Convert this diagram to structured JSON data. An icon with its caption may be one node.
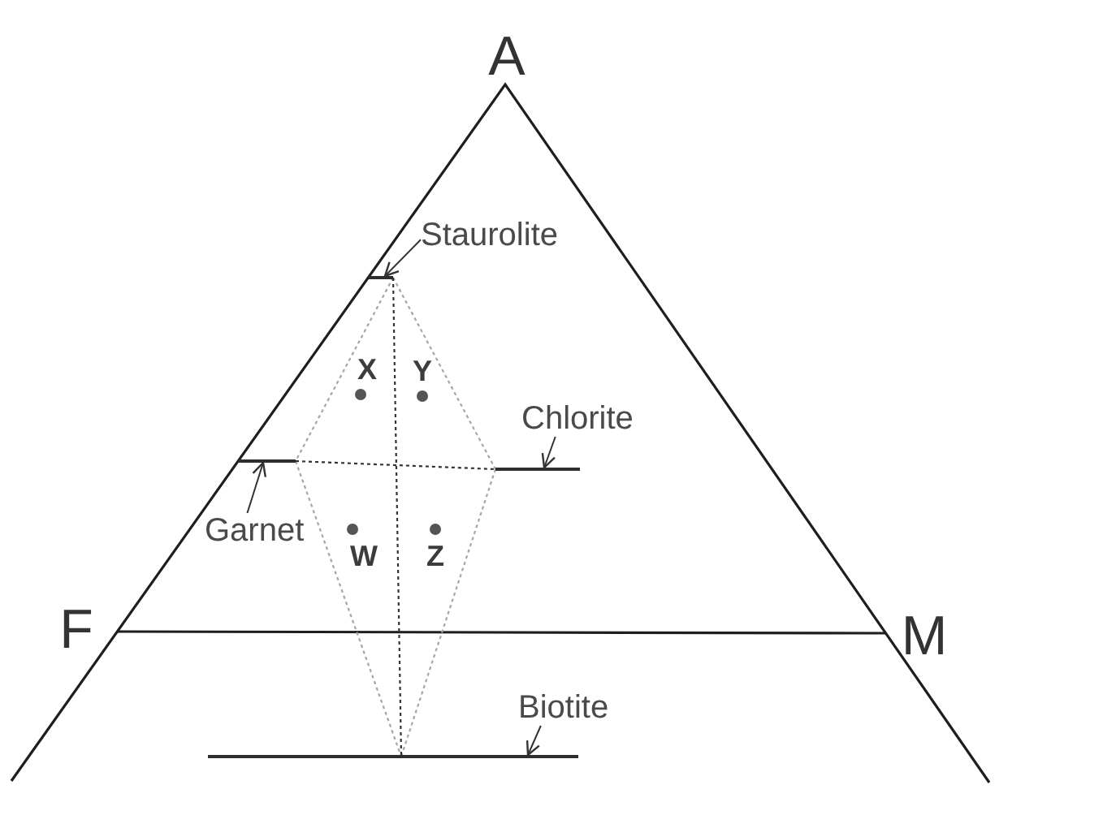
{
  "diagram": {
    "nodes": [
      {
        "text": [
          "Staurolite"
        ]
      },
      {
        "text": [],
        "shape": "line"
      },
      {
        "text": [
          "Chlorite"
        ]
      },
      {
        "text": [],
        "shape": "line"
      },
      {
        "text": [
          "Garnet"
        ]
      },
      {
        "text": [],
        "shape": "line"
      },
      {
        "text": [
          "Biotite"
        ]
      },
      {
        "text": [],
        "shape": "line"
      }
    ],
    "edges": [
      {
        "from": 0,
        "to": 1,
        "arrow": "to"
      },
      {
        "from": 2,
        "to": 3,
        "arrow": "to"
      },
      {
        "from": 4,
        "to": 5,
        "arrow": "to"
      },
      {
        "from": 6,
        "to": 7,
        "arrow": "to"
      },
      {
        "from": 1,
        "to": 5,
        "arrow": "none",
        "style": "dashed",
        "color": "#a6a6a6"
      },
      {
        "from": 1,
        "to": 3,
        "arrow": "none",
        "style": "dashed",
        "color": "#a6a6a6"
      },
      {
        "from": 5,
        "to": 7,
        "arrow": "none",
        "style": "dashed",
        "color": "#a6a6a6"
      },
      {
        "from": 3,
        "to": 7,
        "arrow": "none",
        "style": "dashed",
        "color": "#a6a6a6"
      },
      {
        "from": 5,
        "to": 3,
        "arrow": "none",
        "style": "dashed"
      },
      {
        "from": 1,
        "to": 7,
        "arrow": "none",
        "style": "dashed"
      }
    ],
    "labels": [
      "A",
      "X",
      "Y",
      "W",
      "Z",
      "F",
      "M"
    ]
  }
}
